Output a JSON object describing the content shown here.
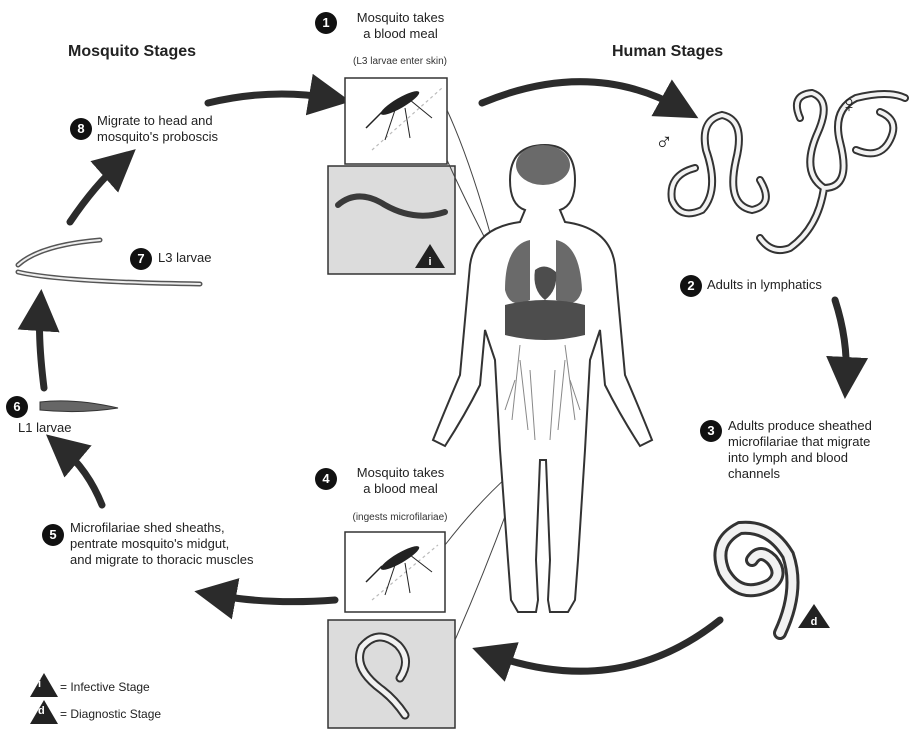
{
  "headers": {
    "mosquito": "Mosquito Stages",
    "human": "Human Stages"
  },
  "steps": [
    {
      "num": "1",
      "title": "Mosquito takes\na blood meal",
      "sub": "(L3 larvae enter skin)"
    },
    {
      "num": "2",
      "title": "Adults in lymphatics"
    },
    {
      "num": "3",
      "title": "Adults produce sheathed\nmicrofilariae that migrate\ninto lymph and blood\nchannels"
    },
    {
      "num": "4",
      "title": "Mosquito takes\na blood meal",
      "sub": "(ingests microfilariae)"
    },
    {
      "num": "5",
      "title": "Microfilariae shed sheaths,\npentrate mosquito's midgut,\nand migrate to thoracic muscles"
    },
    {
      "num": "6",
      "title": "L1 larvae"
    },
    {
      "num": "7",
      "title": "L3 larvae"
    },
    {
      "num": "8",
      "title": "Migrate to head and\nmosquito's proboscis"
    }
  ],
  "sex_symbols": {
    "male": "♂",
    "female": "♀"
  },
  "badges": {
    "infective": "i",
    "diagnostic": "d"
  },
  "legend": {
    "infective": "= Infective Stage",
    "diagnostic": "= Diagnostic Stage"
  },
  "colors": {
    "arrow": "#2b2b2b",
    "panel_bg": "#dcdcdc",
    "organ": "#6a6a6a",
    "worm_fill": "#f2f2f2"
  }
}
